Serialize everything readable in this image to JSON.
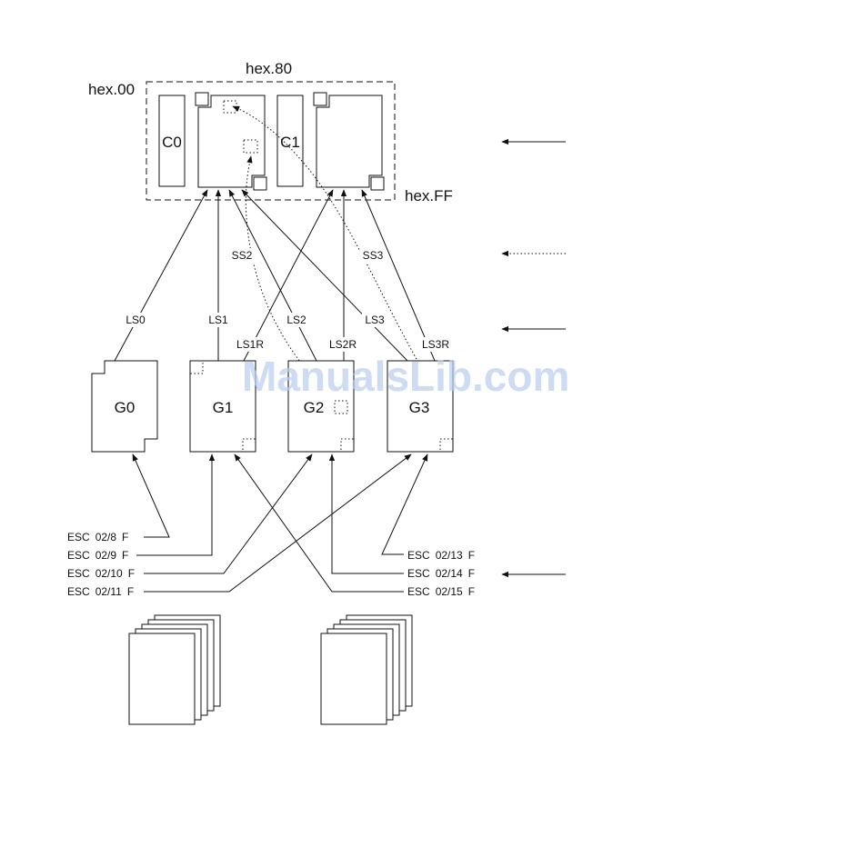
{
  "code_table": {
    "hex_00": "hex.00",
    "hex_80": "hex.80",
    "hex_ff": "hex.FF",
    "c0": "C0",
    "c1": "C1"
  },
  "sets": {
    "g0": "G0",
    "g1": "G1",
    "g2": "G2",
    "g3": "G3"
  },
  "shifts": {
    "ls0": "LS0",
    "ls1": "LS1",
    "ls2": "LS2",
    "ls3": "LS3",
    "ls1r": "LS1R",
    "ls2r": "LS2R",
    "ls3r": "LS3R",
    "ss2": "SS2",
    "ss3": "SS3"
  },
  "escapes": {
    "esc_word": "ESC",
    "final": "F",
    "left": [
      "02/8",
      "02/9",
      "02/10",
      "02/11"
    ],
    "right": [
      "02/13",
      "02/14",
      "02/15"
    ]
  },
  "watermark": "ManualsLib.com"
}
